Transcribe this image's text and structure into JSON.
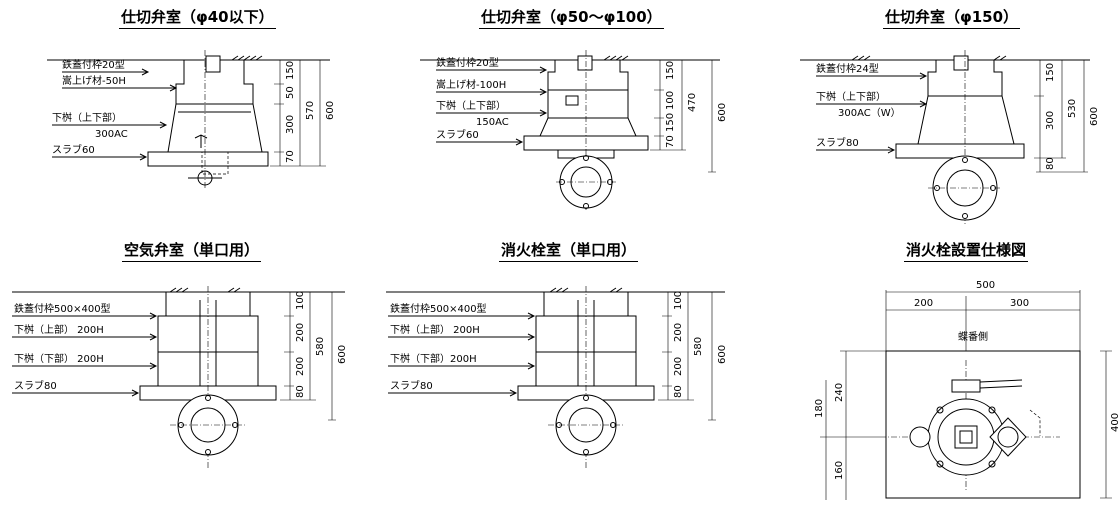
{
  "titles": {
    "p1": "仕切弁室（φ40以下）",
    "p2": "仕切弁室（φ50～φ100）",
    "p3": "仕切弁室（φ150）",
    "p4": "空気弁室（単口用）",
    "p5": "消火栓室（単口用）",
    "p6": "消火栓設置仕様図"
  },
  "p1": {
    "labels": [
      "鉄蓋付枠20型",
      "嵩上げ材-50H",
      "下桝（上下部）",
      "300AC",
      "スラブ60"
    ],
    "dims": [
      "150",
      "50",
      "300",
      "70",
      "570",
      "600"
    ]
  },
  "p2": {
    "labels": [
      "鉄蓋付枠20型",
      "嵩上げ材-100H",
      "下桝（上下部）",
      "150AC",
      "スラブ60"
    ],
    "dims": [
      "150",
      "100",
      "150",
      "70",
      "470",
      "600"
    ]
  },
  "p3": {
    "labels": [
      "鉄蓋付枠24型",
      "下桝（上下部）",
      "300AC（W）",
      "スラブ80"
    ],
    "dims": [
      "150",
      "300",
      "80",
      "530",
      "600"
    ]
  },
  "p4": {
    "labels": [
      "鉄蓋付枠500×400型",
      "下桝（上部） 200H",
      "下桝（下部） 200H",
      "スラブ80"
    ],
    "dims": [
      "100",
      "200",
      "200",
      "80",
      "580",
      "600"
    ]
  },
  "p5": {
    "labels": [
      "鉄蓋付枠500×400型",
      "下桝（上部） 200H",
      "下桝（下部）200H",
      "スラブ80"
    ],
    "dims": [
      "100",
      "200",
      "200",
      "80",
      "580",
      "600"
    ]
  },
  "p6": {
    "dims": [
      "500",
      "200",
      "300",
      "180",
      "240",
      "160",
      "400"
    ],
    "hinge_label": "蝶番側"
  }
}
